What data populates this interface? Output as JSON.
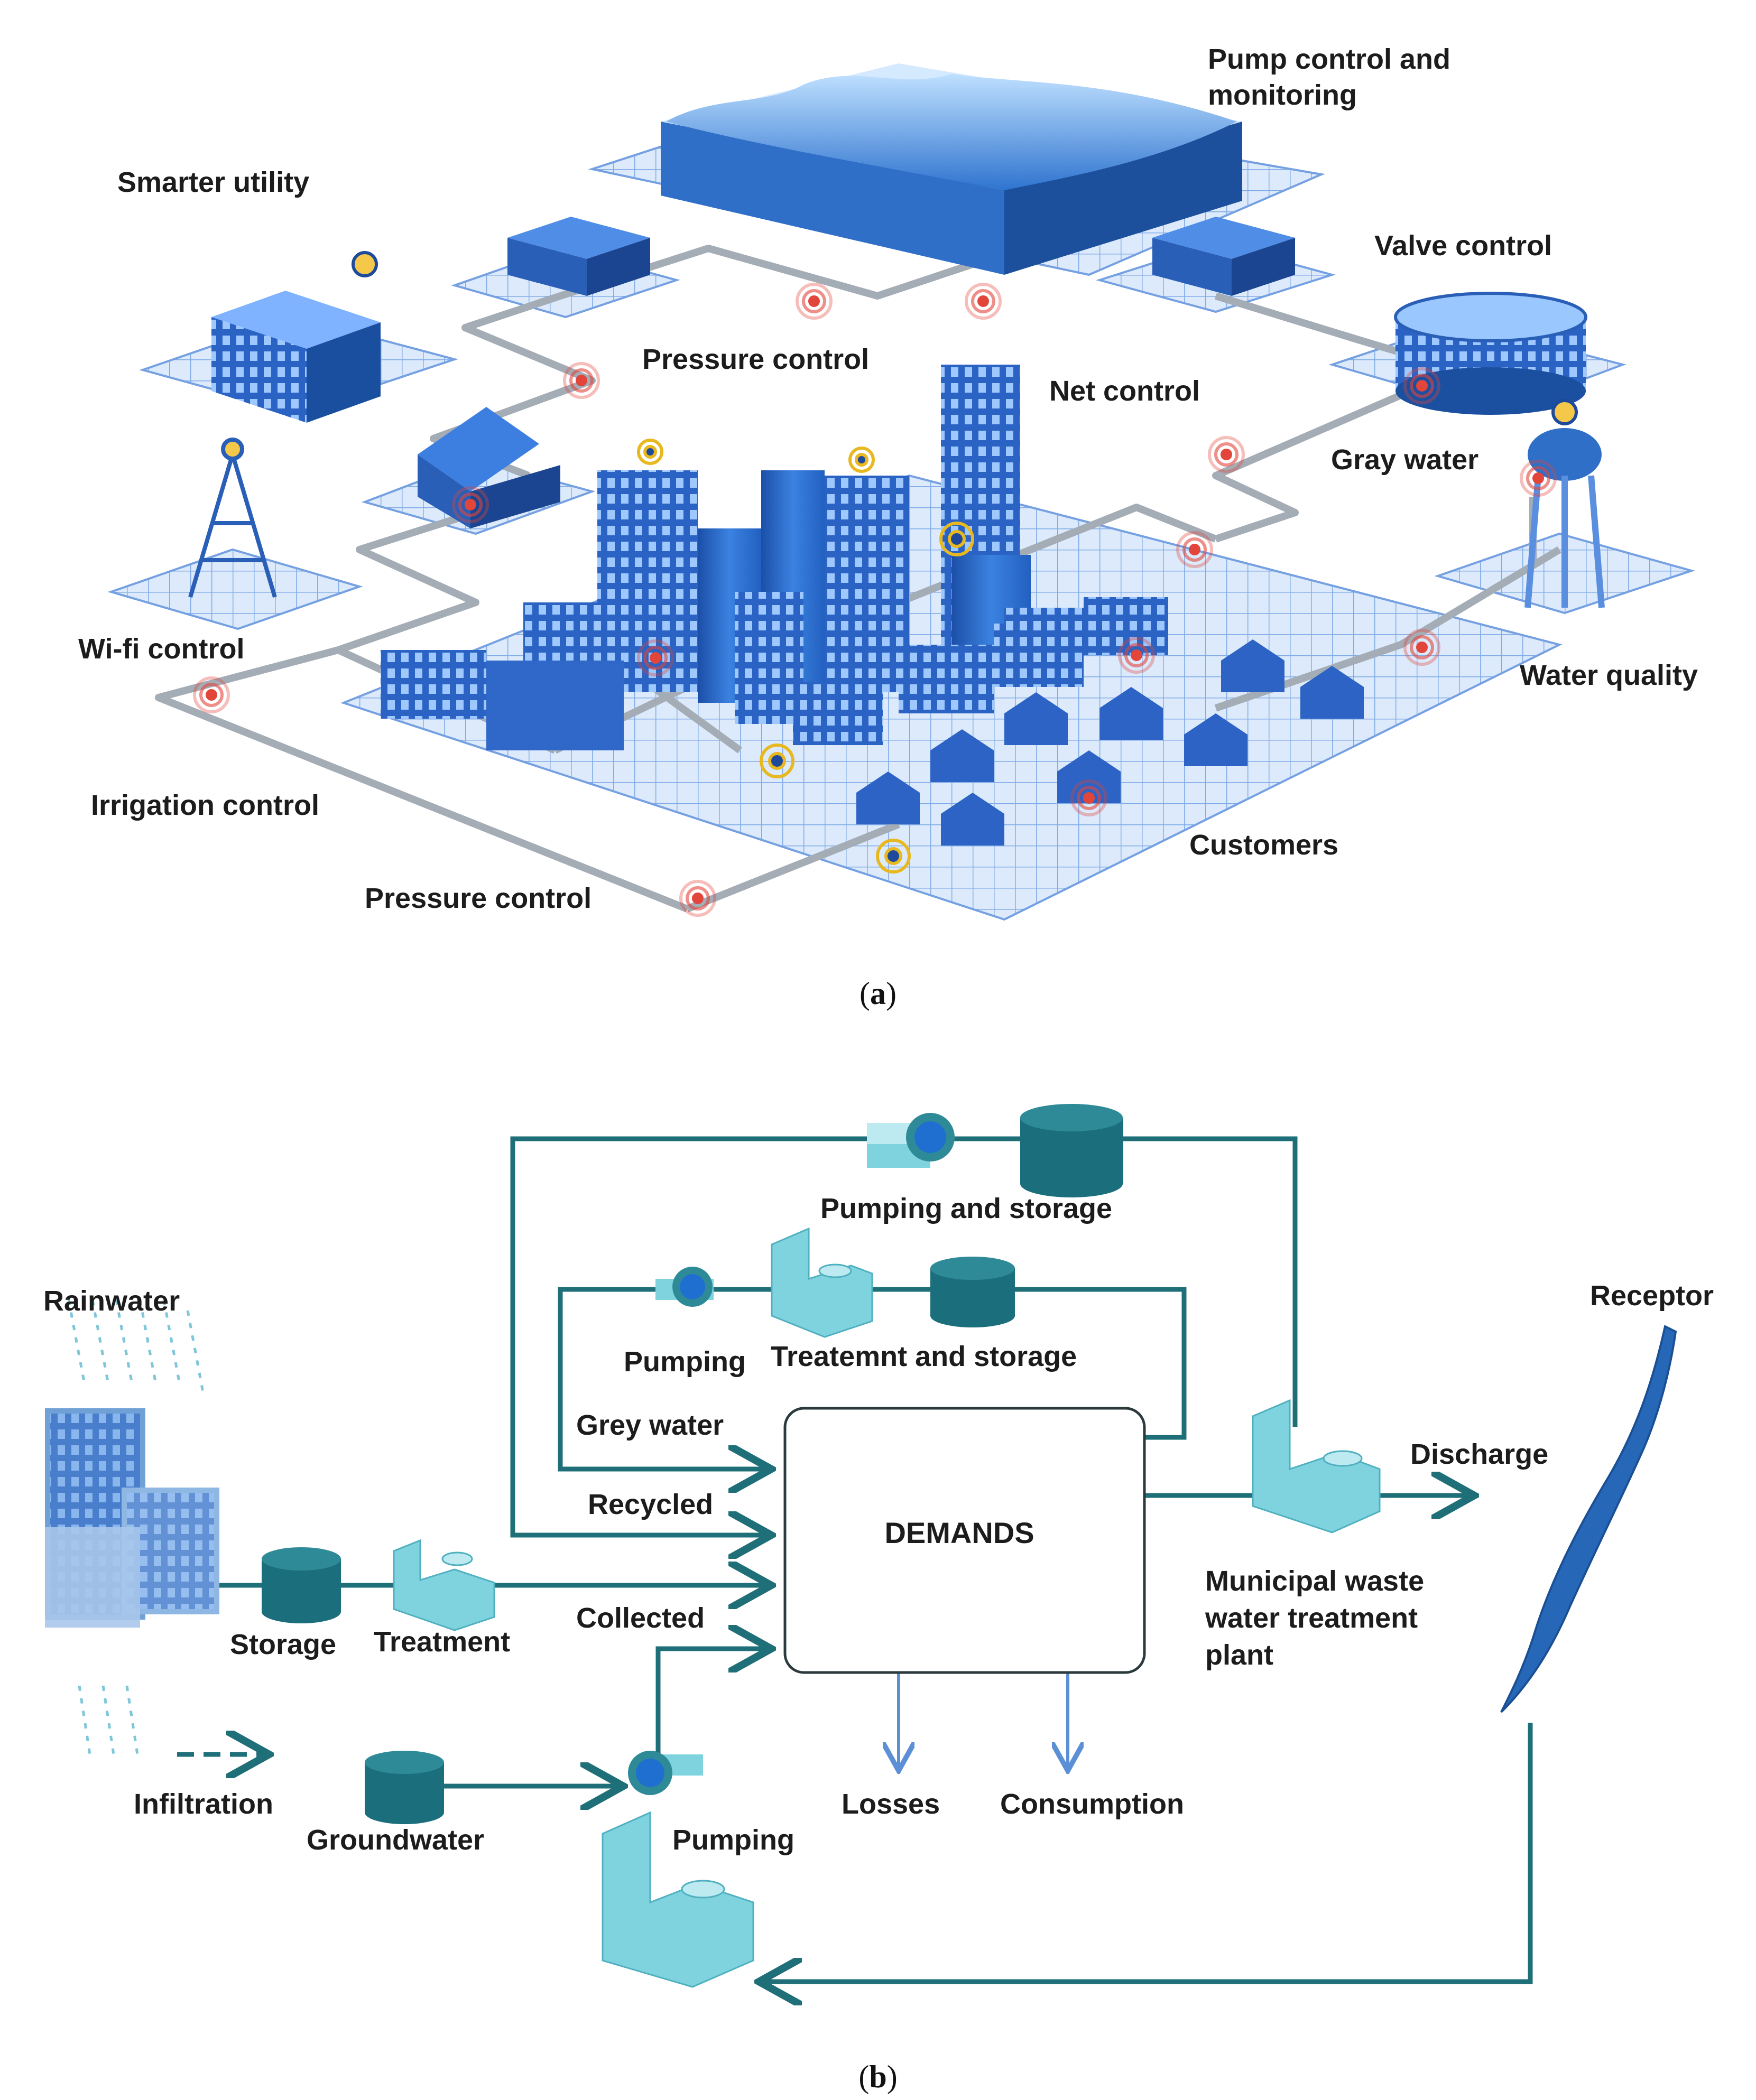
{
  "panel_a": {
    "caption_letter": "a",
    "labels": {
      "pump_control": [
        "Pump control and",
        "monitoring"
      ],
      "smarter_utility": "Smarter utility",
      "valve_control": "Valve control",
      "pressure_control_top": "Pressure control",
      "net_control": "Net control",
      "gray_water": "Gray water",
      "wifi_control": "Wi-fi control",
      "water_quality": "Water quality",
      "irrigation_control": "Irrigation control",
      "customers": "Customers",
      "pressure_control_bottom": "Pressure control"
    }
  },
  "panel_b": {
    "caption_letter": "b",
    "labels": {
      "pumping_and_storage": "Pumping and storage",
      "rainwater": "Rainwater",
      "receptor": "Receptor",
      "pumping_top": "Pumping",
      "treatment_and_storage": "Treatemnt and storage",
      "grey_water": "Grey water",
      "recycled": "Recycled",
      "demands": "DEMANDS",
      "discharge": "Discharge",
      "municipal": [
        "Municipal waste",
        "water treatment",
        "plant"
      ],
      "storage": "Storage",
      "treatment": "Treatment",
      "collected": "Collected",
      "infiltration": "Infiltration",
      "groundwater": "Groundwater",
      "losses": "Losses",
      "consumption": "Consumption",
      "pumping_bottom": "Pumping"
    }
  },
  "colors": {
    "flow_line": "#1f6f78",
    "arrow_light": "#5b8fd6",
    "tank_dark": "#1b6f7c",
    "tank_top": "#2f8a97",
    "plant_light": "#7fd3df",
    "building_blue": "#2d6fd0",
    "grid_light": "#c9ddf7",
    "sensor_red": "#e2453a",
    "pipe_gray": "#9aa3ad"
  }
}
